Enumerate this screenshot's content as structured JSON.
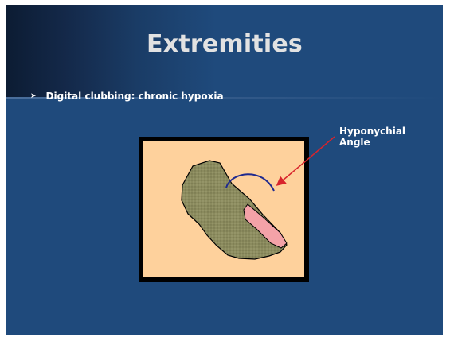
{
  "slide": {
    "title": "Extremities",
    "bullet": "Digital clubbing: chronic hypoxia",
    "figure": {
      "annotation_line1": "Hyponychial",
      "annotation_line2": "Angle"
    }
  },
  "colors": {
    "background": "#1f4a7c",
    "figure_bg": "#fed19c",
    "finger": "#8b8b5e",
    "nail": "#f4a2a8",
    "arc": "#1f2a8f",
    "arrow": "#d8242c"
  }
}
